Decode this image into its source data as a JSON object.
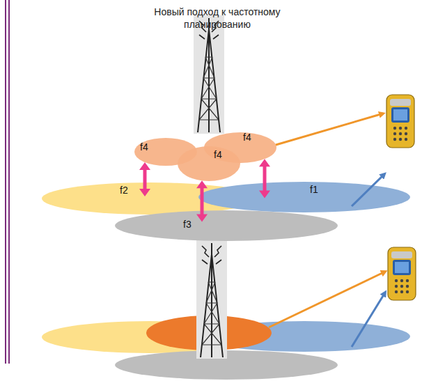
{
  "diagram": {
    "title": "Новый подход к частотному планированию",
    "nodes": [
      {
        "text": [
          "f4"
        ]
      },
      {
        "text": [
          "f4"
        ]
      },
      {
        "text": [
          "f4"
        ]
      },
      {
        "text": [
          "f2"
        ]
      },
      {
        "text": [
          "f1"
        ]
      },
      {
        "text": [
          "f3"
        ]
      }
    ],
    "edges": [
      {
        "from": 0,
        "to": 3,
        "arrow": "both"
      },
      {
        "from": 2,
        "to": 5,
        "arrow": "both"
      },
      {
        "from": 1,
        "to": 4,
        "arrow": "both"
      }
    ]
  }
}
